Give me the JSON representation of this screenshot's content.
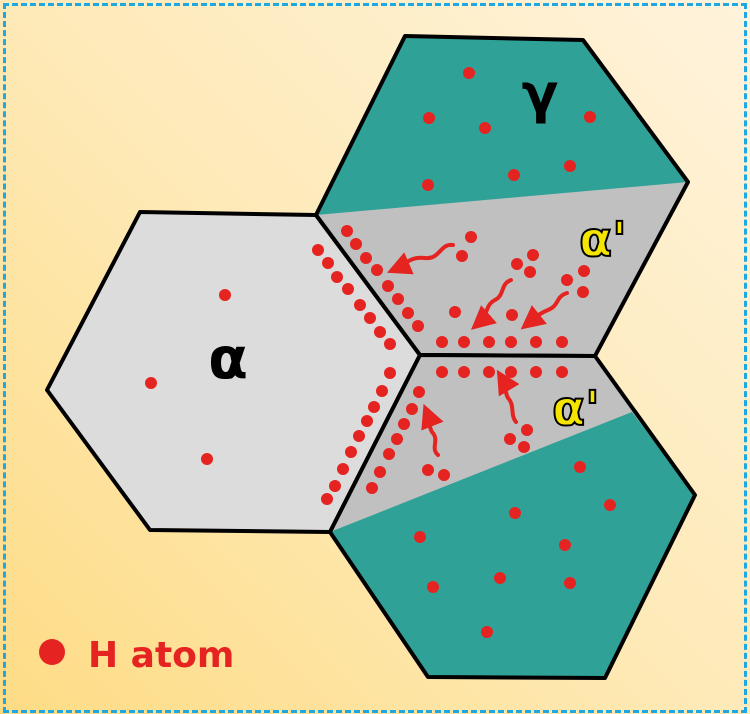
{
  "labels": {
    "alpha": "α",
    "gamma": "γ",
    "alpha_prime_top": "α'",
    "alpha_prime_bottom": "α'"
  },
  "legend": {
    "label": "H atom"
  },
  "colors": {
    "teal": "#2fa197",
    "grey_region": "#c0c0c0",
    "alpha_grain": "#dcdcdc",
    "h_atom": "#e52421",
    "alpha_prime_text": "#f5e400",
    "border": "#1ea7e1"
  }
}
